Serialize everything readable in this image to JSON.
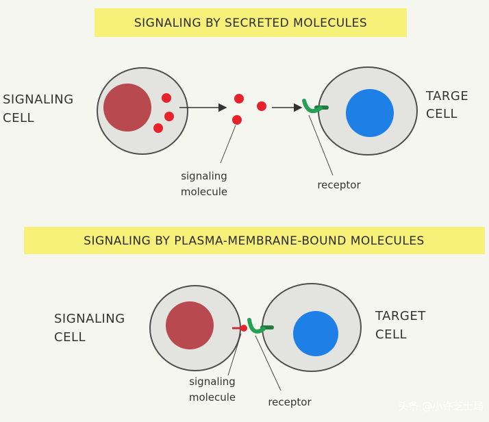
{
  "panels": [
    {
      "title": "SIGNALING BY SECRETED MOLECULES",
      "left_label_1": "SIGNALING",
      "left_label_2": "CELL",
      "right_label_1": "TARGE",
      "right_label_2": "CELL",
      "molecule_label_1": "signaling",
      "molecule_label_2": "molecule",
      "receptor_label": "receptor"
    },
    {
      "title": "SIGNALING BY PLASMA-MEMBRANE-BOUND MOLECULES",
      "left_label_1": "SIGNALING",
      "left_label_2": "CELL",
      "right_label_1": "TARGET",
      "right_label_2": "CELL",
      "molecule_label_1": "signaling",
      "molecule_label_2": "molecule",
      "receptor_label": "receptor"
    }
  ],
  "watermark": "头条 @小许芝士局",
  "colors": {
    "banner": "#f7f17a",
    "cell": "#e3e3df",
    "signaling_nucleus": "#b84a4f",
    "target_nucleus": "#1e7fe6",
    "signal_molecule": "#e8222b",
    "receptor": "#25a055"
  }
}
